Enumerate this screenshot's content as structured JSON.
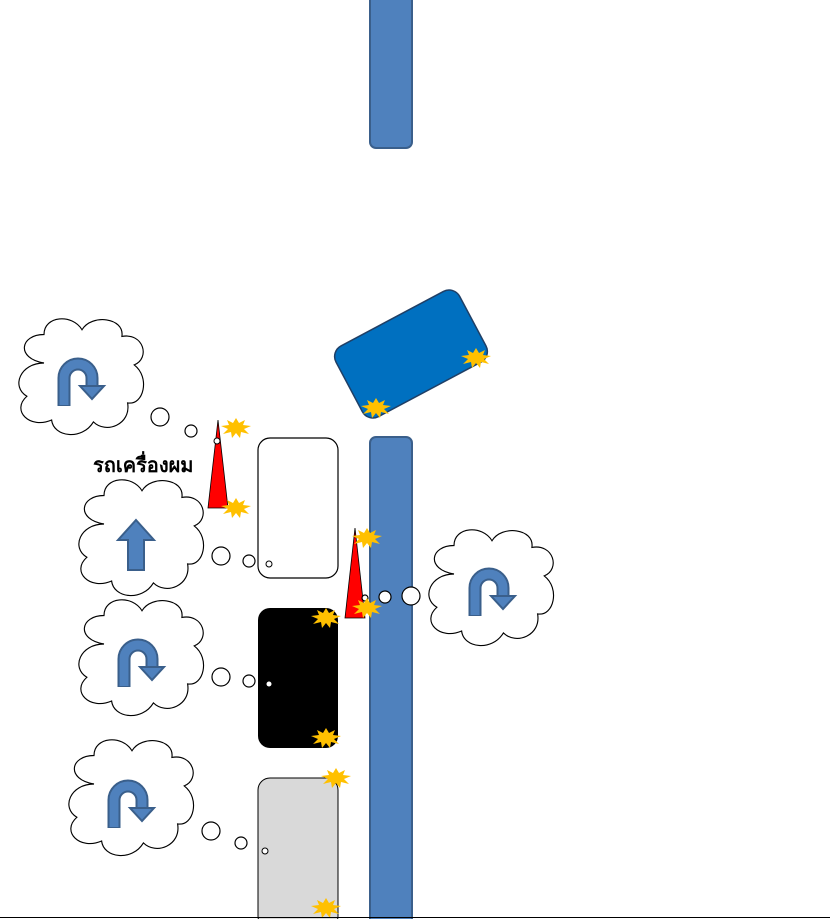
{
  "label": "รถเครื่องผม",
  "colors": {
    "barrier": "#4f81bd",
    "barrier_stroke": "#3a5f8b",
    "blue_car": "#0070c0",
    "black_car": "#000000",
    "gray_car": "#d9d9d9",
    "white_car": "#ffffff",
    "cone": "#ff0000",
    "spark": "#ffc000"
  },
  "thought_icons": [
    "u-turn",
    "straight",
    "u-turn",
    "u-turn",
    "u-turn"
  ]
}
